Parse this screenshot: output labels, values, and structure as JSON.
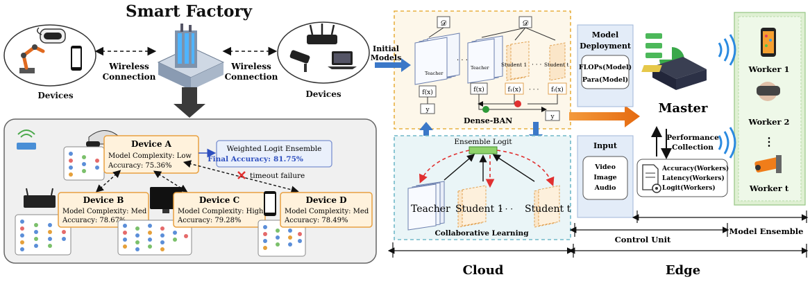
{
  "left_panel": {
    "title": "Smart Factory",
    "devices_left_label": "Devices",
    "devices_right_label": "Devices",
    "wireless_left": [
      "Wireless",
      "Connection"
    ],
    "wireless_right": [
      "Wireless",
      "Connection"
    ],
    "device_a": {
      "name": "Device A",
      "complexity": "Model Complexity: Low",
      "accuracy": "Accuracy: 75.36%"
    },
    "device_b": {
      "name": "Device B",
      "complexity": "Model Complexity: Med",
      "accuracy": "Accuracy: 78.67%"
    },
    "device_c": {
      "name": "Device C",
      "complexity": "Model Complexity: High",
      "accuracy": "Accuracy: 79.28%"
    },
    "device_d": {
      "name": "Device D",
      "complexity": "Model Complexity: Med",
      "accuracy": "Accuracy: 78.49%"
    },
    "ensemble_box": {
      "title": "Weighted Logit Ensemble",
      "final_label": "Final Accuracy:",
      "final_value": "81.75%"
    },
    "timeout": "timeout failure"
  },
  "cloud_panel": {
    "initial_models": [
      "Initial",
      "Models"
    ],
    "dataset_symbol": "𝒟",
    "teacher_small": "Teacher",
    "student_small_1": "Student 1",
    "student_small_t": "Student t",
    "fx": "f(x)",
    "f1x": "f₁(x)",
    "ftx": "fₜ(x)",
    "y": "y",
    "ellipsis": "· · ·",
    "dense_ban": "Dense-BAN",
    "ensemble_logit": "Ensemble Logit",
    "teacher": "Teacher",
    "student_1": "Student 1",
    "student_t": "Student t",
    "collab": "Collaborative Learning",
    "footer": "Cloud"
  },
  "edge_panel": {
    "deployment": {
      "title": [
        "Model",
        "Deployment"
      ],
      "items": [
        "FLOPs(Model)",
        "Para(Model)"
      ]
    },
    "input": {
      "title": "Input",
      "items": [
        "Video",
        "Image",
        "Audio"
      ]
    },
    "master": "Master",
    "performance": [
      "Performance",
      "Collection"
    ],
    "metrics": [
      "Accuracy(Workers)",
      "Latency(Workers)",
      "Logit(Workers)"
    ],
    "worker_1": "Worker 1",
    "worker_2": "Worker 2",
    "worker_t": "Worker t",
    "worker_dots": "⋮",
    "control_unit": "Control Unit",
    "model_ensemble": "Model Ensemble",
    "footer": "Edge"
  },
  "colors": {
    "device_box_fill": "#fff2dc",
    "device_box_stroke": "#e8a040",
    "accent_blue": "#2e4fbf",
    "dashed_red": "#e03030",
    "orange_arrow": "#f07d1a",
    "blue_arrow": "#3b78c8",
    "green_panel": "#dff0d3",
    "blue_panel": "#e3ecf8"
  }
}
